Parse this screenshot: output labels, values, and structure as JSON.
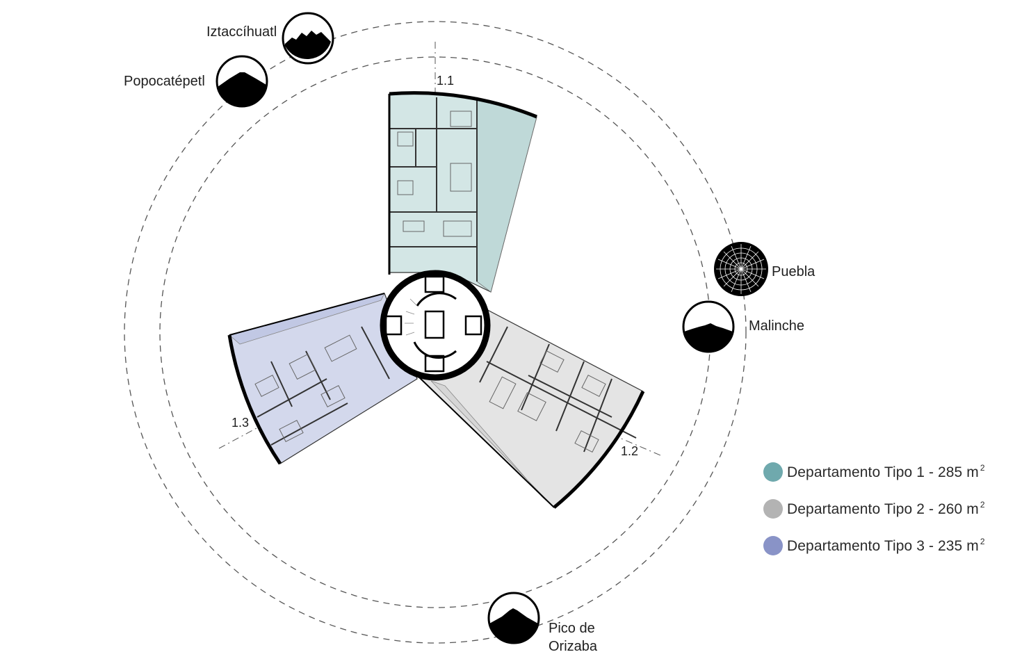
{
  "wing_labels": {
    "wing_1": "1.1",
    "wing_2": "1.2",
    "wing_3": "1.3"
  },
  "viewpoints": {
    "iztaccihuatl": "Iztaccíhuatl",
    "popocatepetl": "Popocatépetl",
    "puebla": "Puebla",
    "malinche": "Malinche",
    "orizaba_line1": "Pico de",
    "orizaba_line2": "Orizaba"
  },
  "legend": [
    {
      "label": "Departamento Tipo 1 - 285 m",
      "sup": "2",
      "color": "#6fa9ad"
    },
    {
      "label": "Departamento Tipo 2 - 260 m",
      "sup": "2",
      "color": "#b3b3b3"
    },
    {
      "label": "Departamento Tipo 3 - 235 m",
      "sup": "2",
      "color": "#8993c7"
    }
  ],
  "colors": {
    "tipo_1_fill": "#d3e6e5",
    "tipo_2_fill": "#e4e4e4",
    "tipo_3_fill": "#d3d8ec",
    "wall": "#000000",
    "dashed_ring": "#555555"
  }
}
